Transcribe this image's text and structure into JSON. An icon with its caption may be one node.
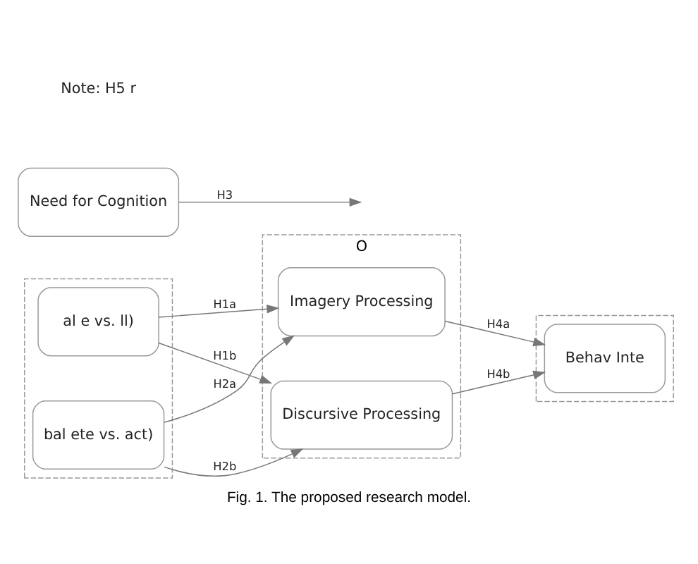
{
  "diagram": {
    "caption": "Fig. 1. The proposed research model.",
    "nodes": [
      {
        "text": [],
        "shape": "box"
      },
      {
        "text": [
          "al e vs. ll)"
        ],
        "in": 0
      },
      {
        "text": [
          "bal ete vs. act)"
        ],
        "in": 0
      },
      {
        "text": [
          "O"
        ]
      },
      {
        "text": [
          "Imagery Processing"
        ],
        "in": 3
      },
      {
        "text": [
          "Discursive Processing"
        ],
        "in": 3
      },
      {
        "text": [],
        "shape": "box"
      },
      {
        "text": [
          "Behav Inte"
        ],
        "in": 6
      },
      {
        "text": [
          "Need for Cognition"
        ]
      }
    ],
    "edges": [
      {
        "from": 1,
        "to": 4,
        "arrow": "to",
        "label": "H1a"
      },
      {
        "from": 1,
        "to": 5,
        "arrow": "to",
        "label": "H1b"
      },
      {
        "from": 2,
        "to": 4,
        "arrow": "to",
        "label": "H2a"
      },
      {
        "from": 2,
        "to": 5,
        "arrow": "to",
        "label": "H2b"
      },
      {
        "from": 8,
        "to": null,
        "arrow": "to",
        "label": "H3"
      },
      {
        "from": 4,
        "to": 7,
        "arrow": "to",
        "label": "H4a"
      },
      {
        "from": 5,
        "to": 7,
        "arrow": "to",
        "label": "H4b"
      }
    ],
    "labels": [
      "Note: H5 r"
    ]
  }
}
